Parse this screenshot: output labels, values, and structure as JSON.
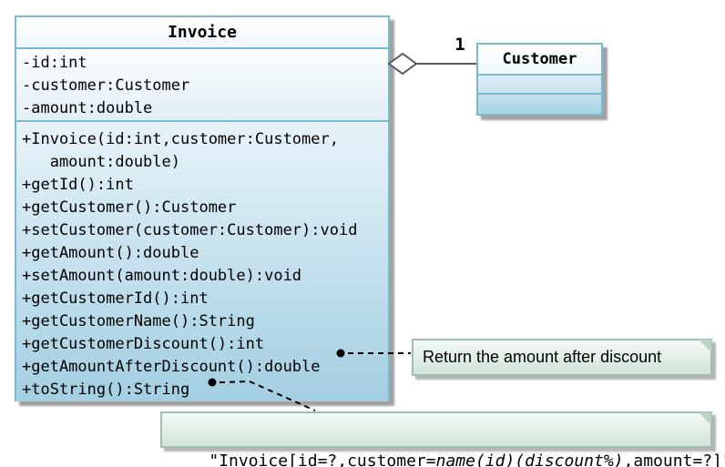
{
  "invoice_class": {
    "name": "Invoice",
    "attributes": [
      "-id:int",
      "-customer:Customer",
      "-amount:double"
    ],
    "methods": [
      "+Invoice(id:int,customer:Customer,",
      "   amount:double)",
      "+getId():int",
      "+getCustomer():Customer",
      "+setCustomer(customer:Customer):void",
      "+getAmount():double",
      "+setAmount(amount:double):void",
      "+getCustomerId():int",
      "+getCustomerName():String",
      "+getCustomerDiscount():int",
      "+getAmountAfterDiscount():double",
      "+toString():String"
    ]
  },
  "customer_class": {
    "name": "Customer"
  },
  "association": {
    "type": "aggregation",
    "multiplicity": "1"
  },
  "notes": {
    "discount_note": {
      "text": "Return the amount after discount"
    },
    "tostring_note": {
      "segments": [
        {
          "text": "\"Invoice[id=?,customer=",
          "italic": false
        },
        {
          "text": "name(id)(discount%)",
          "italic": true
        },
        {
          "text": ",amount=?]\"",
          "italic": false
        }
      ]
    }
  },
  "colors": {
    "class_border": "#7bb8d3",
    "class_fill_bottom": "#a3cfe2",
    "note_border": "#a3bdb0",
    "note_fill_bottom": "#d0e4d8",
    "note_fold": "#b9d3c4",
    "association_line": "#5a5a5a",
    "connector_line": "#000000",
    "shadow": "#828282"
  }
}
